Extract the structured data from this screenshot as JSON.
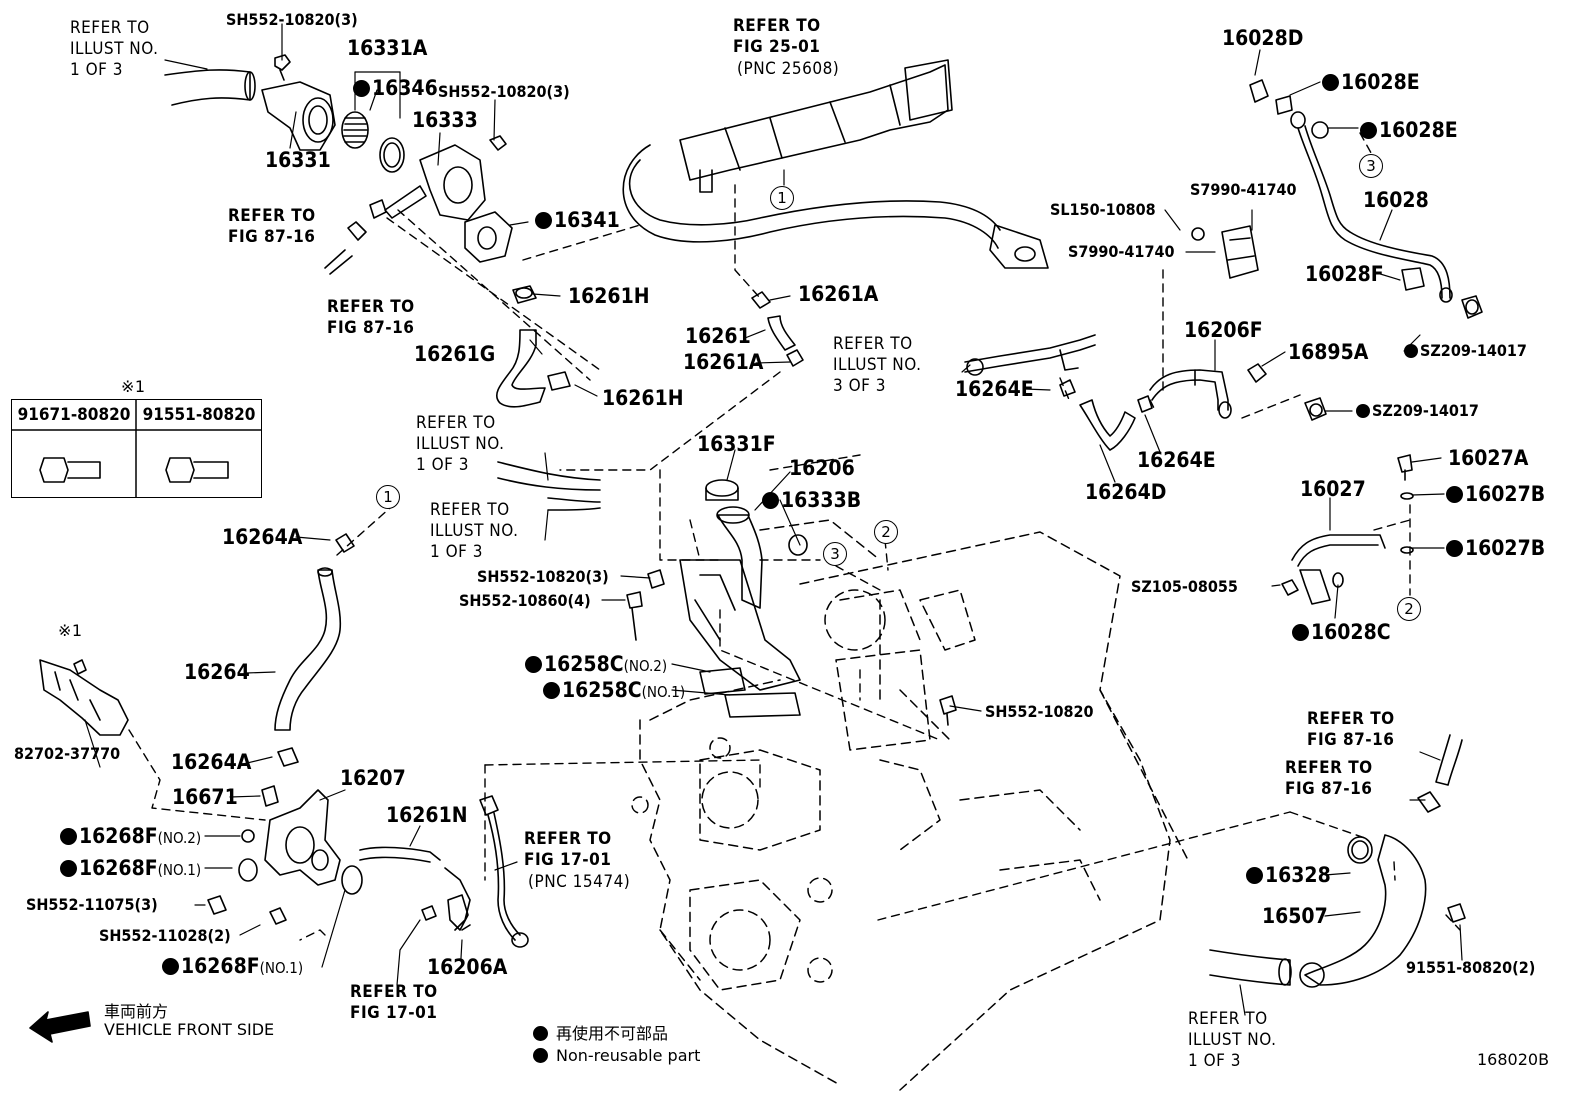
{
  "diagram_code": "168020B",
  "box_note_mark": "※1",
  "box_parts": [
    "91671-80820",
    "91551-80820"
  ],
  "legend": {
    "nonreusable_jp": "再使用不可部品",
    "nonreusable_en": "Non-reusable part",
    "front_jp": "車両前方",
    "front_en": "VEHICLE FRONT SIDE"
  },
  "refers": {
    "r1": "REFER TO\nILLUST NO.\n1 OF 3",
    "r2": "REFER TO\nFIG 25-01",
    "r2pnc": "(PNC 25608)",
    "r3": "REFER TO\nFIG 87-16",
    "r4": "REFER TO\nFIG 87-16",
    "r5": "REFER TO\nILLUST NO.\n1 OF 3",
    "r6": "REFER TO\nILLUST NO.\n1 OF 3",
    "r7": "REFER TO\nILLUST NO.\n3 OF 3",
    "r8": "REFER TO\nFIG 17-01",
    "r8pnc": "(PNC 15474)",
    "r9": "REFER TO\nFIG 17-01",
    "r10": "REFER TO\nFIG 87-16",
    "r11": "REFER TO\nFIG 87-16",
    "r12": "REFER TO\nILLUST NO.\n1 OF 3"
  },
  "parts": {
    "p01": "SH552-10820(3)",
    "p02": "16331A",
    "p03": "16346",
    "p04": "SH552-10820(3)",
    "p05": "16333",
    "p06": "16331",
    "p07": "16341",
    "p08": "16261H",
    "p09": "16261G",
    "p10": "16261H",
    "p11": "16261A",
    "p12": "16261",
    "p13": "16261A",
    "p14": "16331F",
    "p15": "16206",
    "p16": "16333B",
    "p17": "SH552-10820(3)",
    "p18": "SH552-10860(4)",
    "p19": "16258C",
    "p19s": "(NO.2)",
    "p20": "16258C",
    "p20s": "(NO.1)",
    "p21": "SH552-10820",
    "p22": "16264A",
    "p23": "16264",
    "p24": "82702-37770",
    "p25": "16264A",
    "p26": "16207",
    "p27": "16671",
    "p28": "16268F",
    "p28s": "(NO.2)",
    "p29": "16268F",
    "p29s": "(NO.1)",
    "p30": "SH552-11075(3)",
    "p31": "SH552-11028(2)",
    "p32": "16268F",
    "p32s": "(NO.1)",
    "p33": "16261N",
    "p34": "16206A",
    "p35": "16028D",
    "p36": "16028E",
    "p37": "16028E",
    "p38": "16028",
    "p39": "16028F",
    "p40": "SZ209-14017",
    "p41": "SL150-10808",
    "p42": "S7990-41740",
    "p43": "S7990-41740",
    "p44": "16206F",
    "p45": "16895A",
    "p46": "SZ209-14017",
    "p47": "16264E",
    "p48": "16264E",
    "p49": "16264D",
    "p50": "16027A",
    "p51": "16027",
    "p52": "16027B",
    "p53": "16027B",
    "p54": "SZ105-08055",
    "p55": "16028C",
    "p56": "16328",
    "p57": "16507",
    "p58": "91551-80820(2)"
  },
  "circles": [
    "1",
    "1",
    "2",
    "3",
    "3",
    "2"
  ]
}
